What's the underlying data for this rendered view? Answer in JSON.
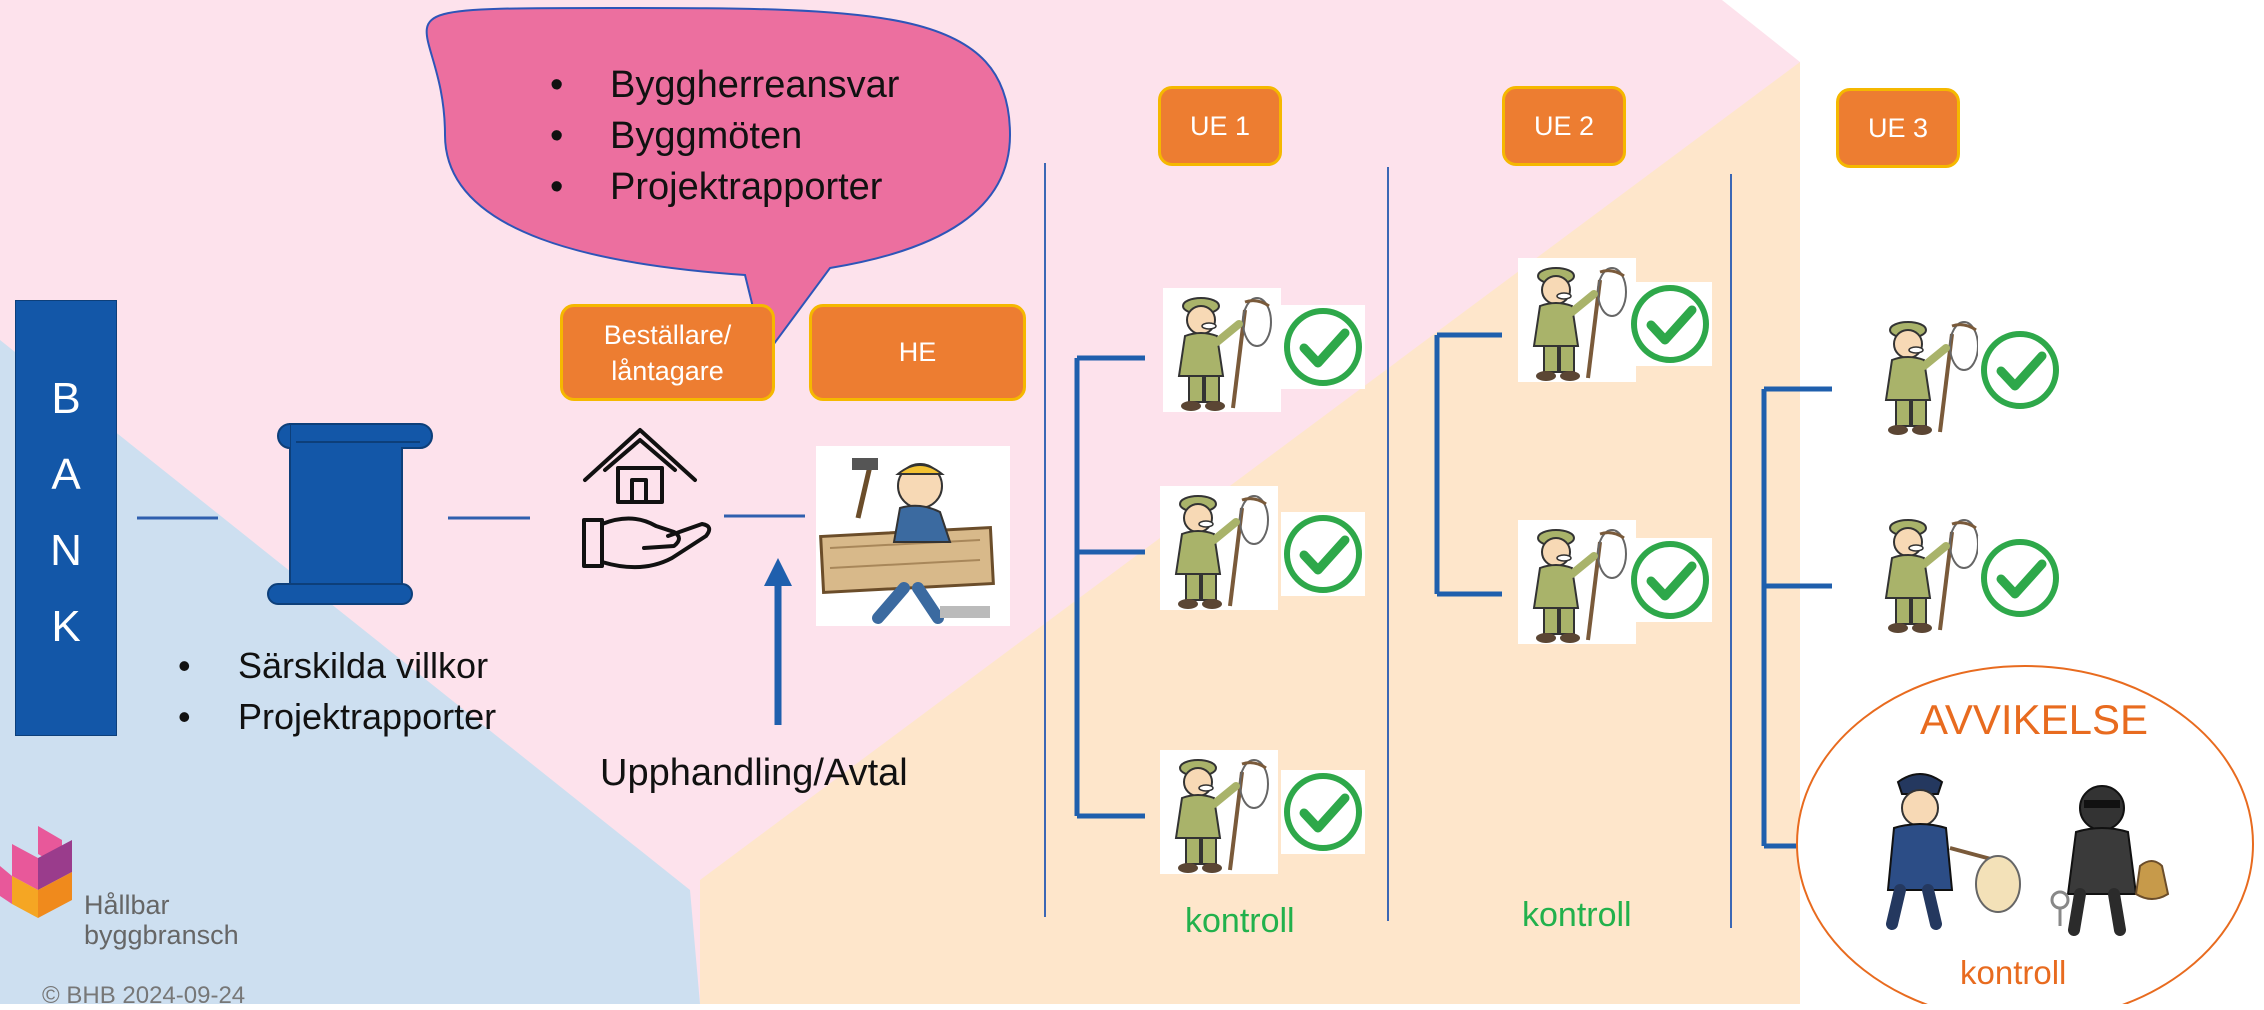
{
  "bank": {
    "letters": [
      "B",
      "A",
      "N",
      "K"
    ]
  },
  "bank_conditions": [
    "Särskilda villkor",
    "Projektrapporter"
  ],
  "speech_bubble": [
    "Byggherreansvar",
    "Byggmöten",
    "Projektrapporter"
  ],
  "roles": {
    "client": "Beställare/ låntagare",
    "main_contractor": "HE"
  },
  "procurement_label": "Upphandling/Avtal",
  "subcontractors": [
    "UE 1",
    "UE 2",
    "UE 3"
  ],
  "kontroll": [
    "kontroll",
    "kontroll",
    "kontroll"
  ],
  "deviation_label": "AVVIKELSE",
  "logo": {
    "text_line1": "Hållbar",
    "text_line2": "byggbransch"
  },
  "footer": "© BHB 2024-09-24",
  "colors": {
    "pink_bg": "#fde2ec",
    "blue_bg": "#cddff0",
    "peach_bg": "#fee6cb",
    "bank_blue": "#1357a8",
    "orange": "#ed7d31",
    "bubble": "#ec6f9f",
    "check_green": "#2ea84a",
    "kontroll_green": "#22b14c",
    "deviation_orange": "#e86b1f"
  },
  "icons": [
    "document-scroll-icon",
    "house-in-hand-icon",
    "carpenter-icon",
    "inspector-with-net-icon",
    "checkmark-icon",
    "police-officer-icon",
    "burglar-icon"
  ]
}
